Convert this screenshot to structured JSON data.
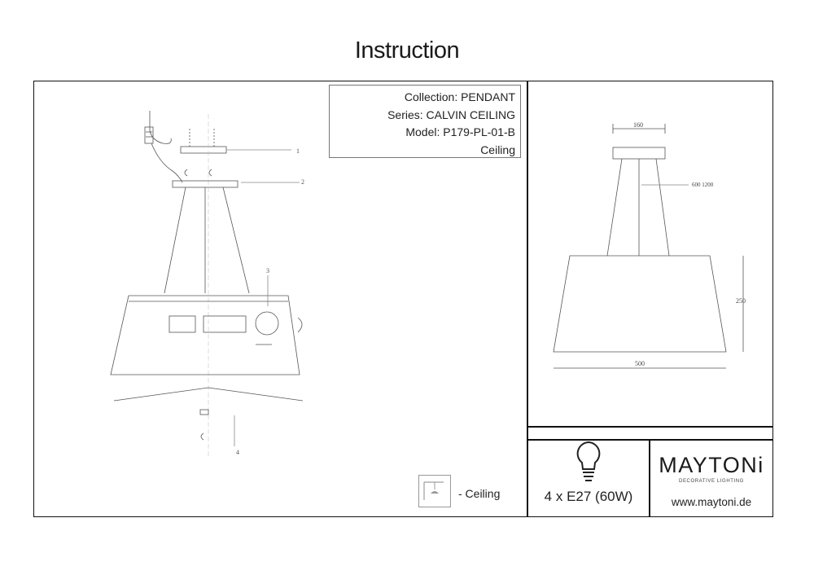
{
  "document": {
    "title": "Instruction"
  },
  "info": {
    "collection": "Collection: PENDANT",
    "series": "Series: CALVIN CEILING",
    "model": "Model: P179-PL-01-B",
    "mount": "Ceiling"
  },
  "callouts": {
    "c1": "1",
    "c2": "2",
    "c3": "3",
    "c4": "4"
  },
  "dimensions": {
    "canopy_width": "160",
    "cable_length": "600 1200",
    "shade_height": "250",
    "shade_width": "500"
  },
  "lamp": {
    "spec": "4 x E27 (60W)",
    "icon": "light-bulb-icon"
  },
  "brand": {
    "name": "MAYTONi",
    "tagline": "DECORATIVE LIGHTING",
    "url": "www.maytoni.de"
  },
  "mounting": {
    "icon": "ceiling-mount-icon",
    "label": "- Ceiling"
  }
}
